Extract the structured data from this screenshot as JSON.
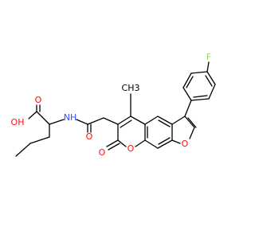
{
  "structure": {
    "atom_labels": {
      "fluorine": "F",
      "acid_oh": "OH",
      "acid_o": "O",
      "amide_nh": "NH",
      "amide_o": "O",
      "methyl": "CH3",
      "lactone_ring_o": "O",
      "lactone_carbonyl_o": "O",
      "furan_o": "O"
    },
    "colors": {
      "oxygen": "#ff0d0d",
      "nitrogen": "#3050f8",
      "fluorine": "#90e050",
      "bond": "#000000"
    }
  }
}
